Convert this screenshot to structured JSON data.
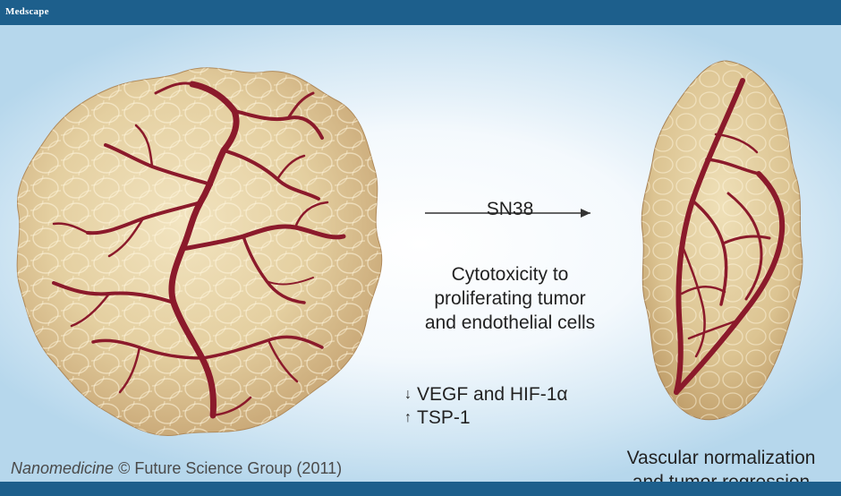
{
  "header": {
    "brand": "Medscape"
  },
  "figure": {
    "treatment_label": "SN38",
    "effect_line1": "Cytotoxicity to",
    "effect_line2": "proliferating tumor",
    "effect_line3": "and endothelial cells",
    "marker_down": "VEGF and HIF-1α",
    "marker_up": "TSP-1",
    "result_line1": "Vascular normalization",
    "result_line2": "and tumor regression"
  },
  "credit": {
    "journal": "Nanomedicine",
    "rest": " © Future Science Group (2011)"
  },
  "colors": {
    "header_bar": "#1d5f8c",
    "vessel": "#8b1a2b",
    "tumor_fill": "#e4cfa0"
  }
}
